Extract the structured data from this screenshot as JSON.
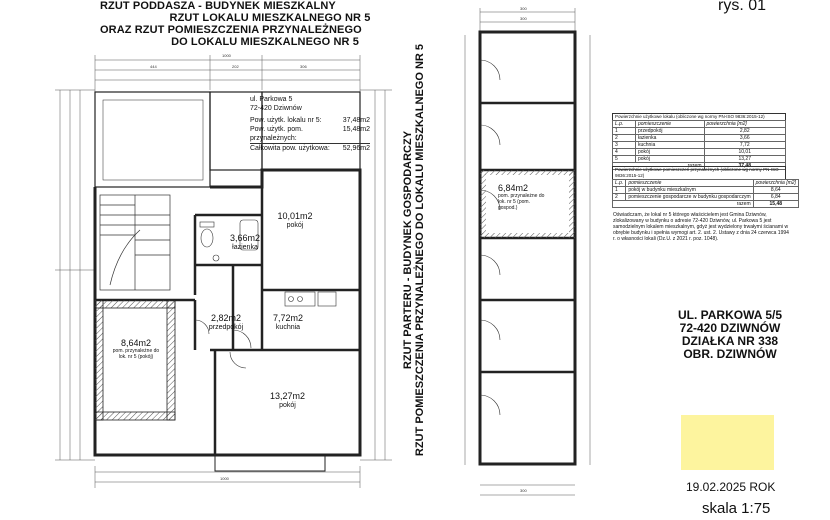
{
  "title_lines": [
    "RZUT PODDASZA - BUDYNEK MIESZKALNY",
    "RZUT LOKALU MIESZKALNEGO NR 5",
    "ORAZ RZUT POMIESZCZENIA PRZYNALEŻNEGO",
    "DO LOKALU MIESZKALNEGO NR 5"
  ],
  "figure_label": "rys. 01",
  "vertical_title": [
    "RZUT PARTERU - BUDYNEK GOSPODARCZY",
    "RZUT POMIESZCZENIA PRZYNALEŻNEGO DO LOKALU MIESZKALNEGO NR 5"
  ],
  "info_block": {
    "street": "ul. Parkowa 5",
    "city": "72-420 Dziwnów",
    "rows": [
      {
        "label": "Pow. użytk. lokalu nr 5:",
        "value": "37,48m2"
      },
      {
        "label": "Pow. użytk. pom. przynależnych:",
        "value": "15,48m2"
      },
      {
        "label": "Całkowita pow. użytkowa:",
        "value": "52,96m2"
      }
    ]
  },
  "rooms": [
    {
      "area": "10,01m2",
      "name": "pokój"
    },
    {
      "area": "3,66m2",
      "name": "łazienka"
    },
    {
      "area": "2,82m2",
      "name": "przedpokój"
    },
    {
      "area": "7,72m2",
      "name": "kuchnia"
    },
    {
      "area": "8,64m2",
      "name": "pom. przynależne do lok. nr 5 (pokój)"
    },
    {
      "area": "13,27m2",
      "name": "pokój"
    },
    {
      "area": "6,84m2",
      "name": "pom. przynależne do lok. nr 5 (pom. gospod.)"
    }
  ],
  "table1": {
    "caption": "Powierzchnie użytkowe lokalu (obliczone wg normy PN-ISO 9836:2015-12)",
    "headers": [
      "L.p.",
      "pomieszczenie",
      "powierzchnia [m2]"
    ],
    "rows": [
      [
        "1",
        "przedpokój",
        "2,82"
      ],
      [
        "2",
        "łazienka",
        "3,66"
      ],
      [
        "3",
        "kuchnia",
        "7,72"
      ],
      [
        "4",
        "pokój",
        "10,01"
      ],
      [
        "5",
        "pokój",
        "13,27"
      ]
    ],
    "total_label": "razem",
    "total": "37,48"
  },
  "table2": {
    "caption": "Powierzchnie użytkowe pomieszczeń przynależnych (obliczone wg normy PN-ISO 9836:2015-12)",
    "headers": [
      "L.p.",
      "pomieszczenie",
      "powierzchnia [m2]"
    ],
    "rows": [
      [
        "1",
        "pokój w budynku mieszkalnym",
        "8,64"
      ],
      [
        "2",
        "pomieszczenie gospodarcze w budynku gospodarczym",
        "6,84"
      ]
    ],
    "total_label": "razem",
    "total": "15,48"
  },
  "note_text": "Oświadczam, że lokal nr 5 którego właścicielem jest Gmina Dziwnów, zlokalizowany w budynku o adresie 72-420 Dziwnów, ul. Parkowa 5 jest samodzielnym lokalem mieszkalnym, gdyż jest wydzielony trwałymi ścianami w obrębie budynku i spełnia wymogi art. 2. ust. 2. Ustawy z dnia 24 czerwca 1994 r. o własności lokali (Dz.U. z 2021 r. poz. 1048).",
  "address_block": [
    "UL. PARKOWA 5/5",
    "72-420 DZIWNÓW",
    "DZIAŁKA NR 338",
    "OBR. DZIWNÓW"
  ],
  "date": "19.02.2025 ROK",
  "scale": "skala 1:75",
  "colors": {
    "stamp": "#fdf49e",
    "hatch": "#555555"
  }
}
